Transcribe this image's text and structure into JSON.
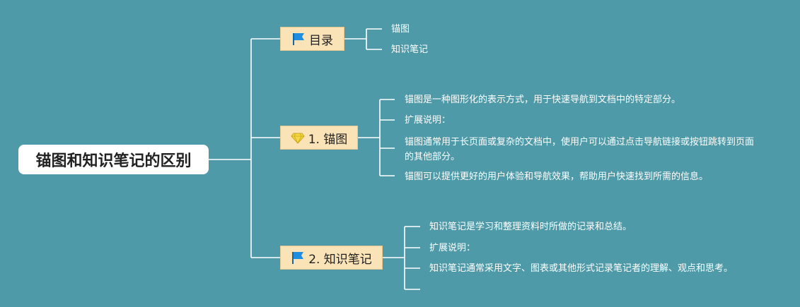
{
  "root": {
    "label": "锚图和知识笔记的区别"
  },
  "branches": [
    {
      "label": "目录",
      "icon": "flag-icon",
      "items": [
        "锚图",
        "知识笔记"
      ]
    },
    {
      "label": "1. 锚图",
      "icon": "diamond-icon",
      "items": [
        "锚图是一种图形化的表示方式，用于快速导航到文档中的特定部分。",
        "扩展说明：",
        "锚图通常用于长页面或复杂的文档中，使用户可以通过点击导航链接或按钮跳转到页面的其他部分。",
        "锚图可以提供更好的用户体验和导航效果，帮助用户快速找到所需的信息。"
      ]
    },
    {
      "label": "2. 知识笔记",
      "icon": "flag-icon",
      "items": [
        "知识笔记是学习和整理资料时所做的记录和总结。",
        "扩展说明：",
        "知识笔记通常采用文字、图表或其他形式记录笔记者的理解、观点和思考。",
        ""
      ]
    }
  ],
  "colors": {
    "background": "#4f9aa8",
    "branch_fill": "#fbe3b8",
    "connector": "#ffffff",
    "flag": "#1f8de0",
    "diamond": "#f5d742"
  }
}
